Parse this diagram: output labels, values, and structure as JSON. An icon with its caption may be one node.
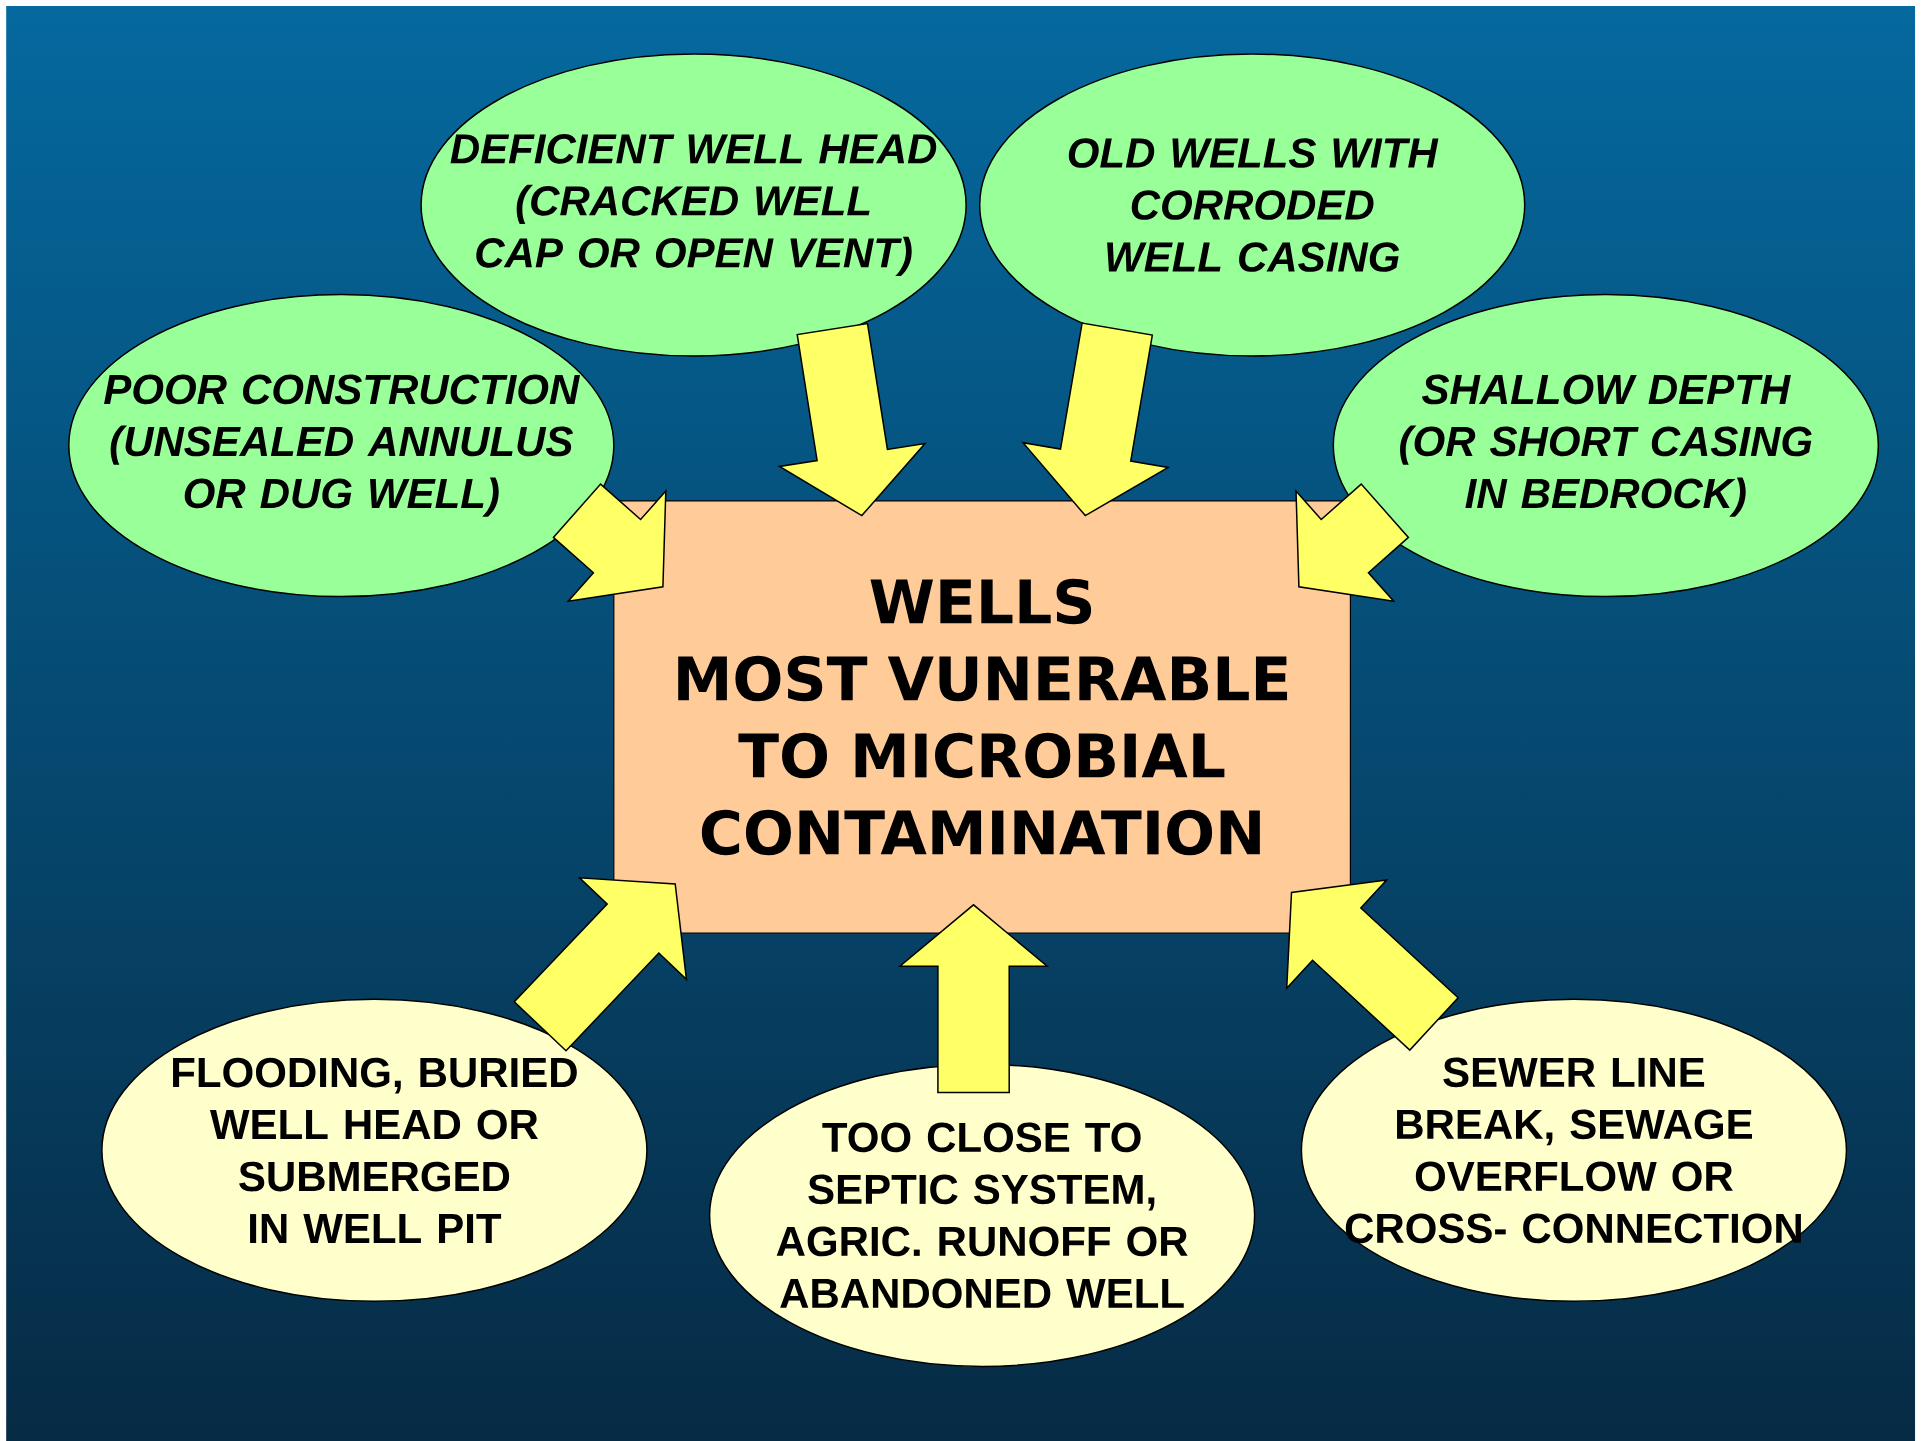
{
  "diagram": {
    "nodes": [
      {
        "text": [
          "DEFICIENT WELL HEAD (CRACKED WELL CAP OR OPEN VENT)"
        ]
      },
      {
        "text": [
          "OLD WELLS WITH CORRODED WELL CASING"
        ]
      },
      {
        "text": [
          "POOR CONSTRUCTION (UNSEALED ANNULUS OR DUG WELL)"
        ]
      },
      {
        "text": [
          "SHALLOW DEPTH (OR SHORT CASING IN BEDROCK)"
        ]
      },
      {
        "text": [
          "WELLS",
          "MOST VUNERABLE TO MICROBIAL CONTAMINATION"
        ]
      },
      {
        "text": [
          "FLOODING, BURIED WELL HEAD OR SUBMERGED IN WELL PIT"
        ]
      },
      {
        "text": [
          "TOO CLOSE TO SEPTIC SYSTEM, AGRIC. RUNOFF OR ABANDONED WELL"
        ]
      },
      {
        "text": [
          "SEWER LINE BREAK, SEWAGE OVERFLOW OR CROSS- CONNECTION"
        ]
      }
    ],
    "edges": [
      {
        "from": 0,
        "to": 4,
        "arrow": "to"
      },
      {
        "from": 1,
        "to": 4,
        "arrow": "to"
      },
      {
        "from": 2,
        "to": 4,
        "arrow": "to"
      },
      {
        "from": 3,
        "to": 4,
        "arrow": "to"
      },
      {
        "from": 5,
        "to": 4,
        "arrow": "to"
      },
      {
        "from": 6,
        "to": 4,
        "arrow": "to"
      },
      {
        "from": 7,
        "to": 4,
        "arrow": "to"
      }
    ]
  }
}
